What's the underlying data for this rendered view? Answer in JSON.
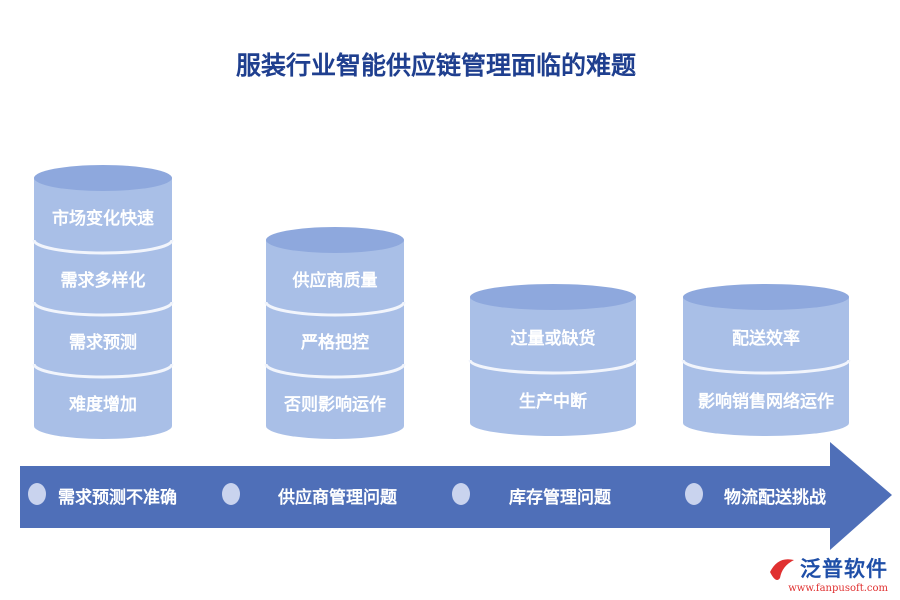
{
  "title": "服装行业智能供应链管理面临的难题",
  "colors": {
    "title": "#1f3f8f",
    "cylinder_body": "#a9bfe7",
    "cylinder_top": "#8ea8dd",
    "cylinder_band": "#f2f5fc",
    "arrow": "#4f6fb8",
    "arrow_dot": "#c9d3ee",
    "brand": "#1f4fa8",
    "brand_url": "#e03030"
  },
  "categories": [
    {
      "label": "需求预测不准确",
      "segments": [
        "市场变化快速",
        "需求多样化",
        "需求预测",
        "难度增加"
      ]
    },
    {
      "label": "供应商管理问题",
      "segments": [
        "供应商质量",
        "严格把控",
        "否则影响运作"
      ]
    },
    {
      "label": "库存管理问题",
      "segments": [
        "过量或缺货",
        "生产中断"
      ]
    },
    {
      "label": "物流配送挑战",
      "segments": [
        "配送效率",
        "影响销售网络运作"
      ]
    }
  ],
  "brand": {
    "name": "泛普软件",
    "url": "www.fanpusoft.com"
  }
}
